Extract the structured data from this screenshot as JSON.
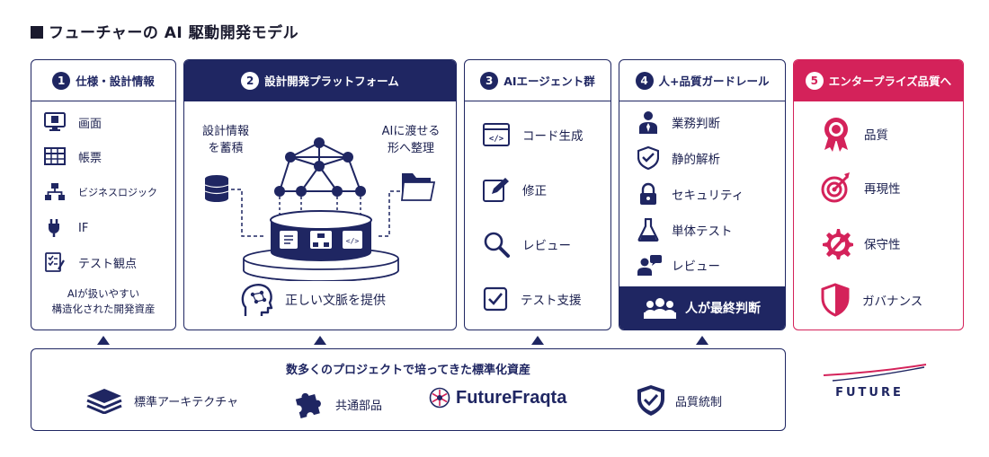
{
  "title": "フューチャーの AI 駆動開発モデル",
  "columns": [
    {
      "num": "1",
      "title": "仕様・設計情報",
      "items": [
        "画面",
        "帳票",
        "ビジネスロジック",
        "IF",
        "テスト観点"
      ],
      "note_line1": "AIが扱いやすい",
      "note_line2": "構造化された開発資産"
    },
    {
      "num": "2",
      "title": "設計開発プラットフォーム",
      "left_label_line1": "設計情報",
      "left_label_line2": "を蓄積",
      "right_label_line1": "AIに渡せる",
      "right_label_line2": "形へ整理",
      "bottom_label": "正しい文脈を提供"
    },
    {
      "num": "3",
      "title": "AIエージェント群",
      "items": [
        "コード生成",
        "修正",
        "レビュー",
        "テスト支援"
      ]
    },
    {
      "num": "4",
      "title": "人+品質ガードレール",
      "items": [
        "業務判断",
        "静的解析",
        "セキュリティ",
        "単体テスト",
        "レビュー"
      ],
      "final": "人が最終判断"
    },
    {
      "num": "5",
      "title": "エンタープライズ品質へ",
      "items": [
        "品質",
        "再現性",
        "保守性",
        "ガバナンス"
      ]
    }
  ],
  "bottom": {
    "title": "数多くのプロジェクトで培ってきた標準化資産",
    "items": [
      "標準アーキテクチャ",
      "共通部品",
      "FutureFraqta",
      "品質統制"
    ]
  },
  "logo": "FUTURE",
  "colors": {
    "navy": "#1f2662",
    "pink": "#d4225a"
  }
}
